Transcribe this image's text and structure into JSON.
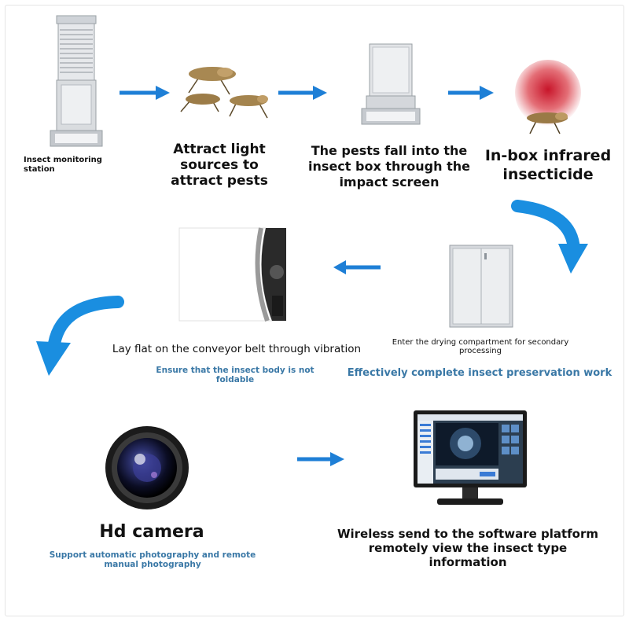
{
  "steps": {
    "station": {
      "label": "Insect monitoring station"
    },
    "attract": {
      "label": "Attract light sources to attract pests"
    },
    "fall": {
      "label": "The pests fall into the insect box through the impact screen"
    },
    "infrared": {
      "label": "In-box infrared insecticide"
    },
    "drying": {
      "label": "Enter the drying compartment for secondary processing",
      "note": "Effectively complete insect preservation work"
    },
    "conveyor": {
      "label": "Lay flat on the conveyor belt through vibration",
      "note": "Ensure that the insect body is not foldable"
    },
    "camera": {
      "label": "Hd camera",
      "note": "Support automatic photography and remote manual photography"
    },
    "platform": {
      "label": "Wireless send to the software platform remotely view the insect type information"
    }
  },
  "colors": {
    "arrow": "#1e7fd6",
    "curved_arrow": "#1a8ee0",
    "note_text": "#3a78a6"
  }
}
